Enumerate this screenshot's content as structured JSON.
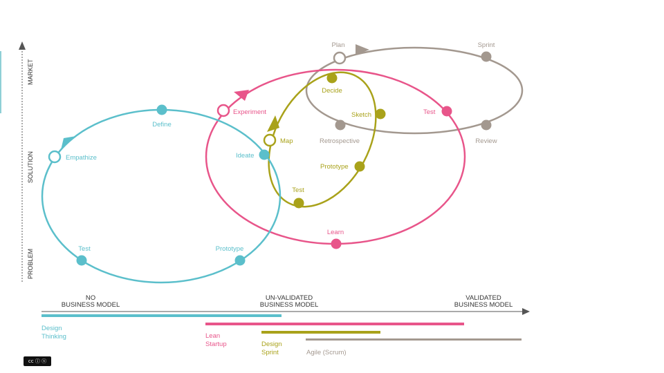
{
  "axes": {
    "y_labels": [
      "MARKET",
      "SOLUTION",
      "PROBLEM"
    ],
    "x_labels": [
      [
        "NO",
        "BUSINESS MODEL"
      ],
      [
        "UN-VALIDATED",
        "BUSINESS MODEL"
      ],
      [
        "VALIDATED",
        "BUSINESS MODEL"
      ]
    ]
  },
  "colors": {
    "design_thinking": "#5bbfcb",
    "lean_startup": "#e8558a",
    "design_sprint": "#a9a21a",
    "agile": "#a3988f"
  },
  "cycles": {
    "design_thinking": {
      "stages": [
        "Empathize",
        "Define",
        "Ideate",
        "Prototype",
        "Test"
      ]
    },
    "lean_startup": {
      "stages": [
        "Experiment",
        "Test",
        "Learn"
      ]
    },
    "design_sprint": {
      "stages": [
        "Map",
        "Decide",
        "Sketch",
        "Prototype",
        "Test"
      ]
    },
    "agile": {
      "stages": [
        "Plan",
        "Sprint",
        "Review",
        "Retrospective"
      ]
    }
  },
  "legend": {
    "design_thinking": [
      "Design",
      "Thinking"
    ],
    "lean_startup": [
      "Lean",
      "Startup"
    ],
    "design_sprint": [
      "Design",
      "Sprint"
    ],
    "agile": [
      "Agile (Scrum)"
    ]
  },
  "license": {
    "badge": "cc ⓘ ⓢ"
  }
}
